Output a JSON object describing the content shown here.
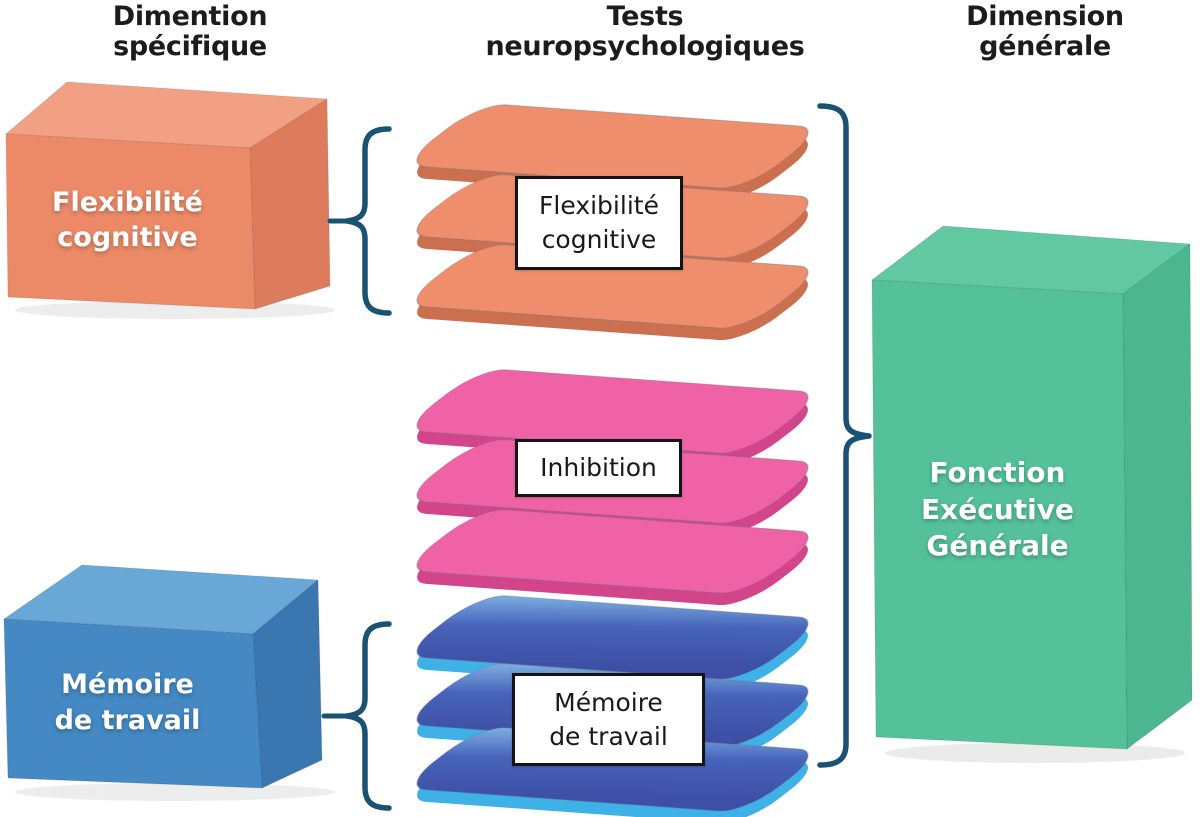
{
  "headers": {
    "specific_dimension": "Dimention\nspécifique",
    "neuropsych_tests": "Tests\nneuropsychologiques",
    "general_dimension": "Dimension\ngénérale"
  },
  "specific_boxes": {
    "cognitive_flexibility": "Flexibilité\ncognitive",
    "working_memory": "Mémoire\nde travail"
  },
  "test_stacks": {
    "cognitive_flexibility": "Flexibilité\ncognitive",
    "inhibition": "Inhibition",
    "working_memory": "Mémoire\nde travail"
  },
  "general_box": {
    "label": "Fonction\nExécutive\nGénérale"
  },
  "palette": {
    "orange_front": "#EC8A67",
    "orange_top": "#F2A084",
    "orange_side": "#DD7C5C",
    "orange_plate": "#EE8E6C",
    "orange_plate_edge": "#CC6F4F",
    "pink_plate": "#EF62A5",
    "pink_plate_edge": "#D2458A",
    "blue_front": "#4489C3",
    "blue_top": "#69A7D6",
    "blue_side": "#3A77B1",
    "blue_plate_edge": "#3EB1E6",
    "green_front": "#55C19A",
    "green_top": "#61C8A2",
    "green_side": "#4BB690",
    "bracket": "#1A5273",
    "label_text_dark": "#1C1C1C",
    "label_text_light": "#FFFFFF"
  }
}
